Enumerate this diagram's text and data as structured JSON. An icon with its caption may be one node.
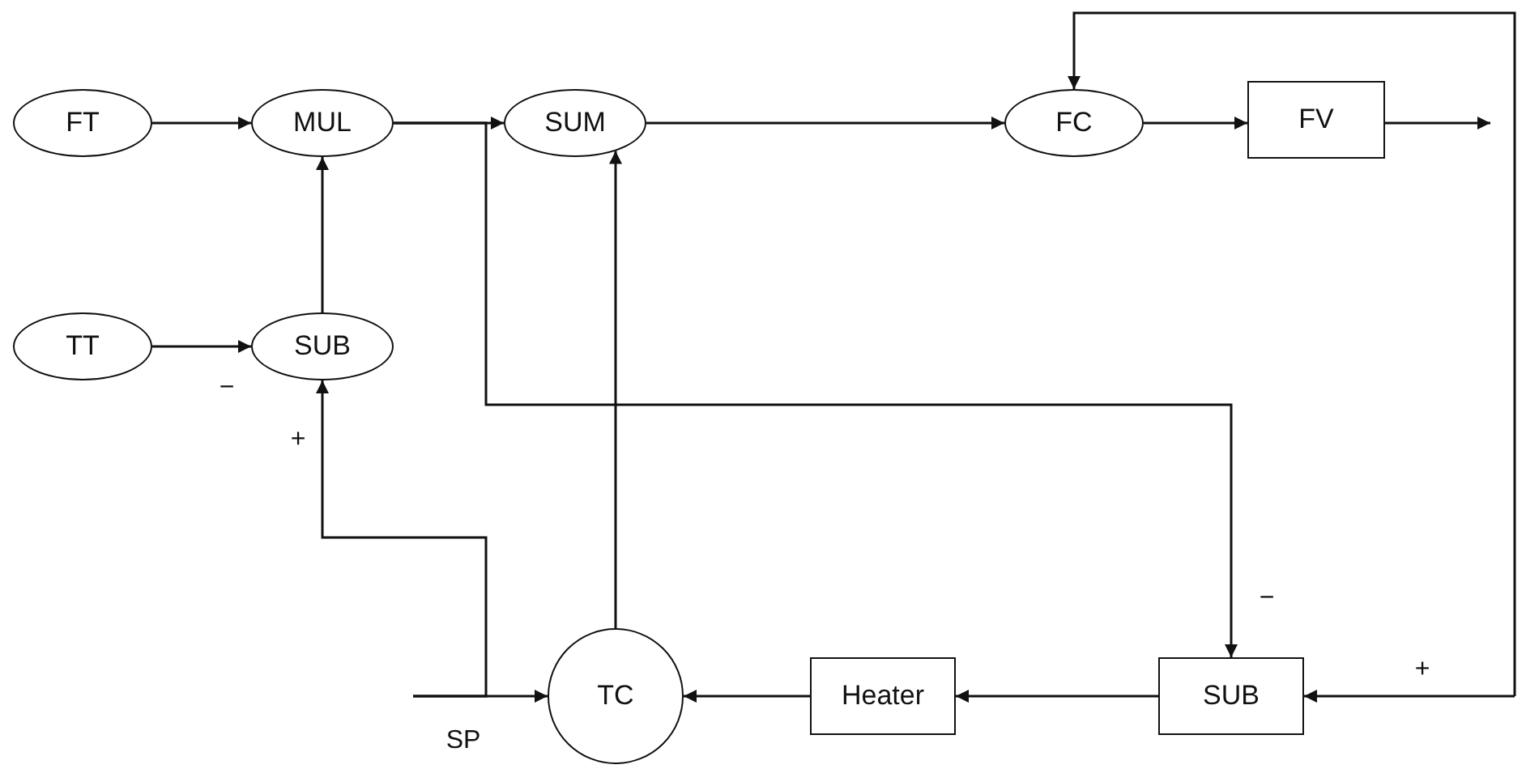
{
  "diagram": {
    "nodes": [
      {
        "text": [
          "FT"
        ]
      },
      {
        "text": [
          "MUL"
        ]
      },
      {
        "text": [
          "SUM"
        ]
      },
      {
        "text": [
          "FC"
        ]
      },
      {
        "text": [
          "FV"
        ]
      },
      {
        "text": [
          "TT"
        ]
      },
      {
        "text": [
          "SUB"
        ]
      },
      {
        "text": [
          "TC"
        ]
      },
      {
        "text": [
          "Heater"
        ]
      },
      {
        "text": [
          "SUB"
        ]
      }
    ],
    "edges": [
      {
        "from": 0,
        "to": 1,
        "arrow": "to"
      },
      {
        "from": 1,
        "to": 2,
        "arrow": "to"
      },
      {
        "from": 2,
        "to": 3,
        "arrow": "to"
      },
      {
        "from": 3,
        "to": 4,
        "arrow": "to"
      },
      {
        "from": 4,
        "to": null,
        "arrow": "to"
      },
      {
        "from": 1,
        "to": 9,
        "arrow": "to",
        "label": "−"
      },
      {
        "from": 5,
        "to": 6,
        "arrow": "to",
        "label": "−"
      },
      {
        "from": 6,
        "to": 1,
        "arrow": "to"
      },
      {
        "from": null,
        "to": 6,
        "arrow": "to",
        "label": "+"
      },
      {
        "from": null,
        "to": 7,
        "arrow": "to",
        "label": "SP"
      },
      {
        "from": 7,
        "to": 2,
        "arrow": "to"
      },
      {
        "from": 8,
        "to": 7,
        "arrow": "to"
      },
      {
        "from": 9,
        "to": 8,
        "arrow": "to"
      },
      {
        "from": null,
        "to": 3,
        "arrow": "to"
      },
      {
        "from": null,
        "to": 9,
        "arrow": "to",
        "label": "+"
      }
    ]
  }
}
